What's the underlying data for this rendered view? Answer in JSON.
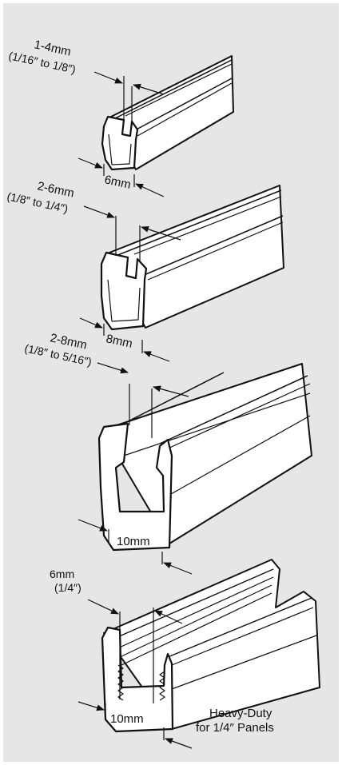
{
  "diagram": {
    "channels": [
      {
        "range": "1-4mm",
        "range_inch": "(1/16″ to 1/8″)",
        "width": "6mm"
      },
      {
        "range": "2-6mm",
        "range_inch": "(1/8″ to 1/4″)",
        "width": "8mm"
      },
      {
        "range": "2-8mm",
        "range_inch": "(1/8″ to 5/16″)",
        "width": "10mm"
      },
      {
        "range": "6mm",
        "range_inch": "(1/4″)",
        "width": "10mm",
        "note_line1": "Heavy-Duty",
        "note_line2": "for 1/4″ Panels"
      }
    ]
  }
}
